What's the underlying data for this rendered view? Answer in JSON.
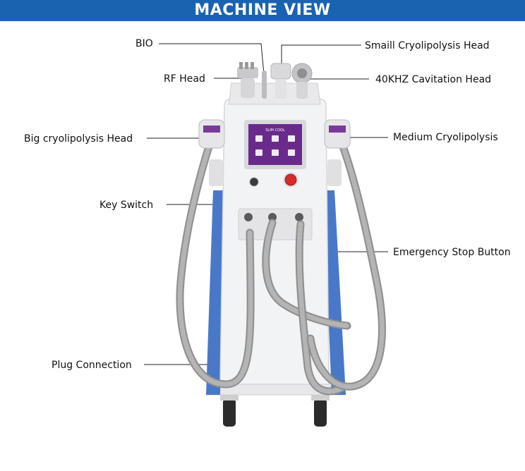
{
  "header": {
    "title": "MACHINE VIEW"
  },
  "colors": {
    "banner": "#1a63b0",
    "panel_blue": "#4a78c8",
    "cable_gray": "#8f8f8f",
    "screen_purple": "#6a2a8c"
  },
  "screen": {
    "title": "SLIM COOL",
    "icon_names": [
      "applicator-icon",
      "applicator-icon",
      "applicator-icon",
      "applicator-icon",
      "applicator-icon",
      "applicator-icon"
    ]
  },
  "labels": {
    "bio": "BIO",
    "rf_head": "RF Head",
    "big_cryo": "Big cryolipolysis Head",
    "key_switch": "Key Switch",
    "plug_connection": "Plug Connection",
    "small_cryo": "Smaill Cryolipolysis Head",
    "cavitation": "40KHZ Cavitation Head",
    "medium_cryo": "Medium Cryolipolysis",
    "emergency": "Emergency Stop Button"
  }
}
